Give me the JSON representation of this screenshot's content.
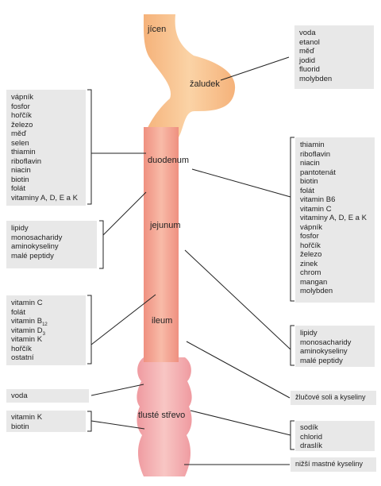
{
  "organs": {
    "jicen": "jícen",
    "zaludek": "žaludek",
    "duodenum": "duodenum",
    "jejunum": "jejunum",
    "ileum": "ileum",
    "tluste": "tlusté střevo"
  },
  "boxes": {
    "stomach": [
      "voda",
      "etanol",
      "měď",
      "jodid",
      "fluorid",
      "molybden"
    ],
    "duodenum": [
      "vápník",
      "fosfor",
      "hořčík",
      "železo",
      "měď",
      "selen",
      "thiamin",
      "riboflavin",
      "niacin",
      "biotin",
      "folát",
      "vitaminy A, D, E a K"
    ],
    "jejunum_left": [
      "lipidy",
      "monosacharidy",
      "aminokyseliny",
      "malé peptidy"
    ],
    "jejunum_right": [
      "thiamin",
      "riboflavin",
      "niacin",
      "pantotenát",
      "biotin",
      "folát",
      "vitamin B6",
      "vitamin C",
      "vitaminy A, D, E a K",
      "vápník",
      "fosfor",
      "hořčík",
      "železo",
      "zinek",
      "chrom",
      "mangan",
      "molybden"
    ],
    "ileum_left": {
      "l1": "vitamin C",
      "l2": "folát",
      "l3": "vitamin B",
      "l3sub": "12",
      "l4": "vitamin D",
      "l4sub": "3",
      "l5": "vitamin K",
      "l6": "hořčík",
      "l7": "ostatní"
    },
    "ileum_right": [
      "lipidy",
      "monosacharidy",
      "aminokyseliny",
      "malé peptidy"
    ],
    "bile": [
      "žlučové soli a kyseliny"
    ],
    "voda": [
      "voda"
    ],
    "colon_left": [
      "vitamin K",
      "biotin"
    ],
    "colon_right": [
      "sodík",
      "chlorid",
      "draslík"
    ],
    "fatty": [
      "nižší mastné kyseliny"
    ]
  },
  "colors": {
    "stomach": "#f9c58f",
    "intestine": "#f3a08f",
    "colon": "#f4b3b0",
    "box": "#e8e8e8"
  }
}
